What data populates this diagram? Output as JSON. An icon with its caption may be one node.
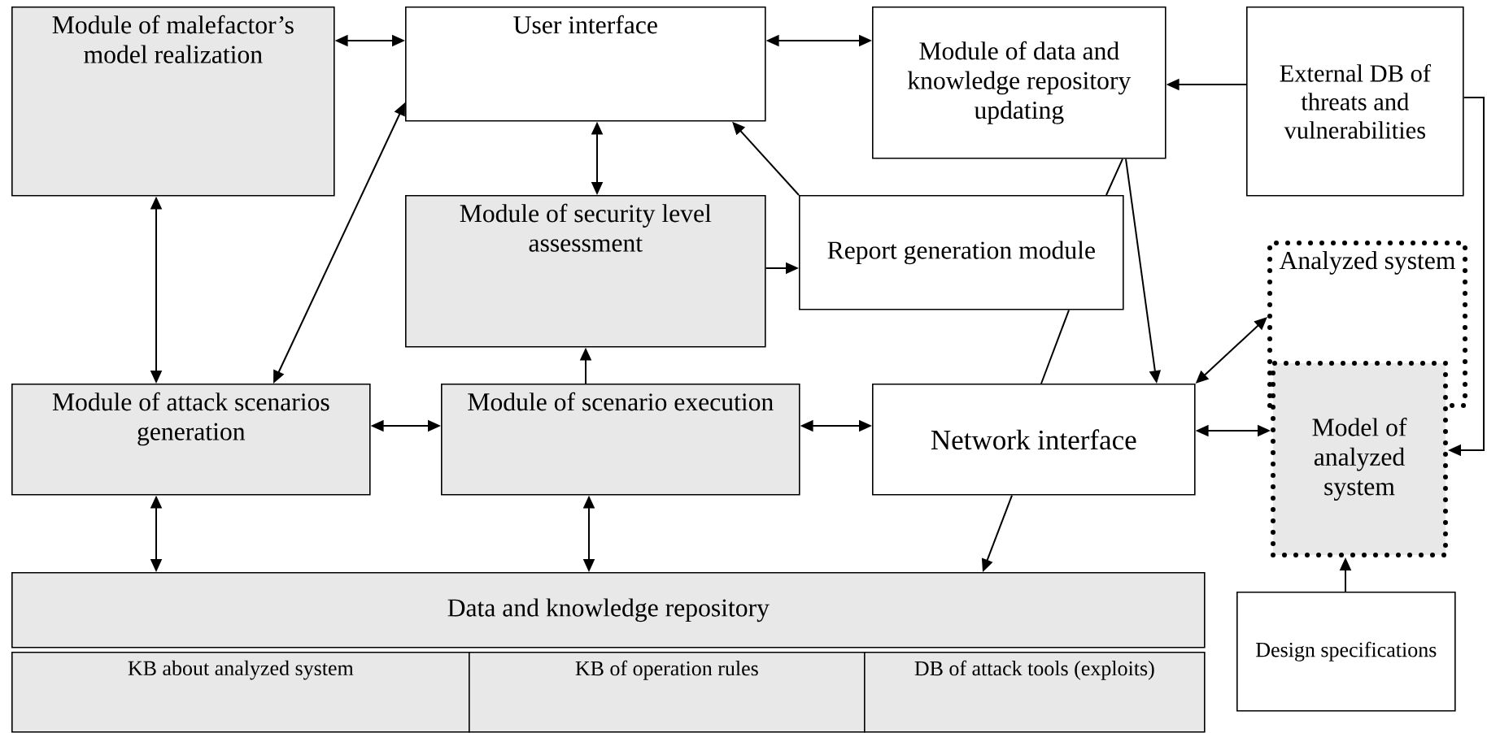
{
  "diagram": {
    "nodes": [
      {
        "text": [
          "Module of malefactor’s model realization"
        ]
      },
      {
        "text": [
          "User interface"
        ]
      },
      {
        "text": [
          "Module of data and knowledge repository updating"
        ]
      },
      {
        "text": [
          "External DB of threats and vulnerabilities"
        ]
      },
      {
        "text": [
          "Module of security level assessment"
        ]
      },
      {
        "text": [
          "Report generation module"
        ]
      },
      {
        "text": [
          "Module of attack scenarios generation"
        ]
      },
      {
        "text": [
          "Module of scenario execution"
        ]
      },
      {
        "text": [
          "Network interface"
        ]
      },
      {
        "text": [
          "Analyzed system"
        ]
      },
      {
        "text": [
          "Model of analyzed system"
        ]
      },
      {
        "text": [
          "Data and knowledge repository"
        ]
      },
      {
        "text": [
          "KB about analyzed system"
        ]
      },
      {
        "text": [
          "KB of operation rules"
        ]
      },
      {
        "text": [
          "DB of attack tools (exploits)"
        ]
      },
      {
        "text": [
          "Design specifications"
        ]
      }
    ],
    "edges": [
      {
        "from": 0,
        "to": 1,
        "arrow": "both"
      },
      {
        "from": 1,
        "to": 2,
        "arrow": "both"
      },
      {
        "from": 3,
        "to": 2,
        "arrow": "to"
      },
      {
        "from": 3,
        "to": 10,
        "arrow": "to"
      },
      {
        "from": 0,
        "to": 6,
        "arrow": "both"
      },
      {
        "from": 1,
        "to": 6,
        "arrow": "both"
      },
      {
        "from": 1,
        "to": 4,
        "arrow": "both"
      },
      {
        "from": 5,
        "to": 1,
        "arrow": "to"
      },
      {
        "from": 4,
        "to": 5,
        "arrow": "to"
      },
      {
        "from": 2,
        "to": 5,
        "arrow": "none"
      },
      {
        "from": 5,
        "to": 8,
        "arrow": "none"
      },
      {
        "from": 2,
        "to": 8,
        "arrow": "to"
      },
      {
        "from": 6,
        "to": 7,
        "arrow": "both"
      },
      {
        "from": 7,
        "to": 4,
        "arrow": "to"
      },
      {
        "from": 7,
        "to": 8,
        "arrow": "both"
      },
      {
        "from": 8,
        "to": 9,
        "arrow": "both"
      },
      {
        "from": 8,
        "to": 10,
        "arrow": "both"
      },
      {
        "from": 6,
        "to": 11,
        "arrow": "both"
      },
      {
        "from": 7,
        "to": 11,
        "arrow": "both"
      },
      {
        "from": 8,
        "to": 11,
        "arrow": "to"
      },
      {
        "from": 15,
        "to": 10,
        "arrow": "to"
      }
    ]
  }
}
